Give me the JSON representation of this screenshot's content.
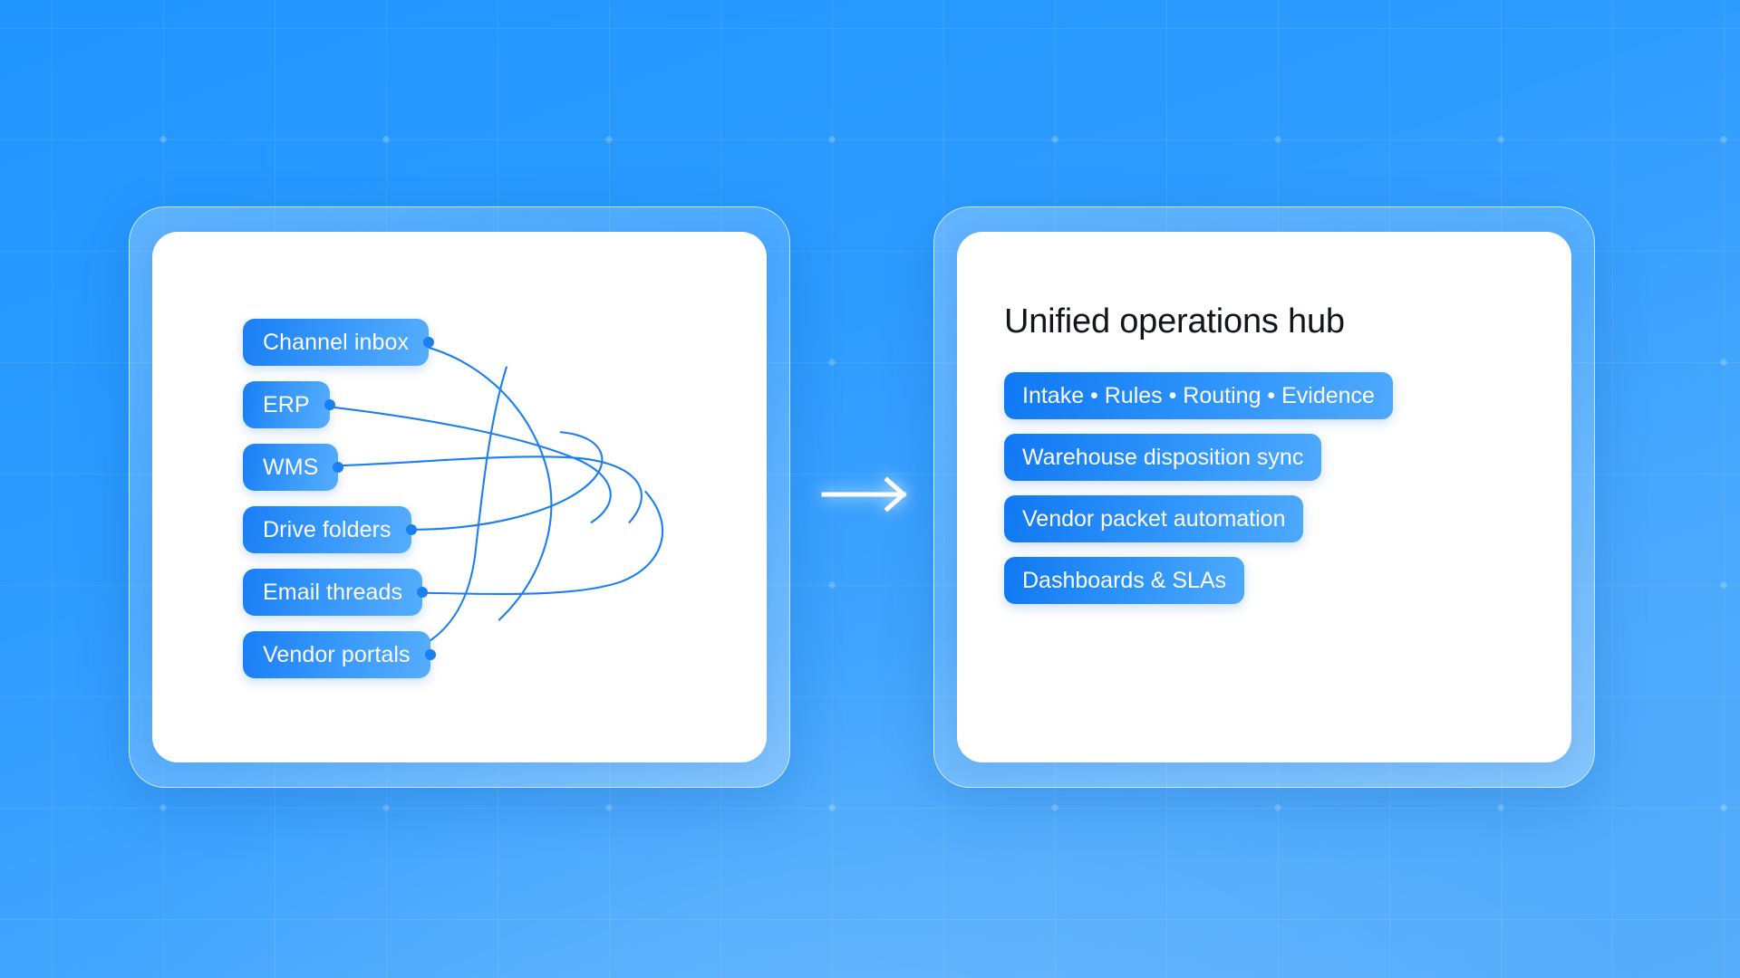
{
  "background": {
    "gradient_from": "#2196ff",
    "gradient_to": "#57adfb",
    "grid": "on",
    "dots": "on"
  },
  "left_panel": {
    "name": "fragmented-sources",
    "nodes": [
      {
        "label": "Channel inbox"
      },
      {
        "label": "ERP"
      },
      {
        "label": "WMS"
      },
      {
        "label": "Drive folders"
      },
      {
        "label": "Email threads"
      },
      {
        "label": "Vendor portals"
      }
    ],
    "connector_color": "#1b7ff0",
    "node_gradient_from": "#1a7ef5",
    "node_gradient_to": "#55adfc"
  },
  "arrow": {
    "icon": "arrow-right-icon",
    "color": "#ffffff"
  },
  "right_panel": {
    "title": "Unified operations hub",
    "chips": [
      {
        "label": "Intake • Rules • Routing • Evidence"
      },
      {
        "label": "Warehouse disposition sync"
      },
      {
        "label": "Vendor packet automation"
      },
      {
        "label": "Dashboards & SLAs"
      }
    ],
    "chip_gradient_from": "#1078f3",
    "chip_gradient_to": "#4ea9fc",
    "title_color": "#12161c"
  }
}
